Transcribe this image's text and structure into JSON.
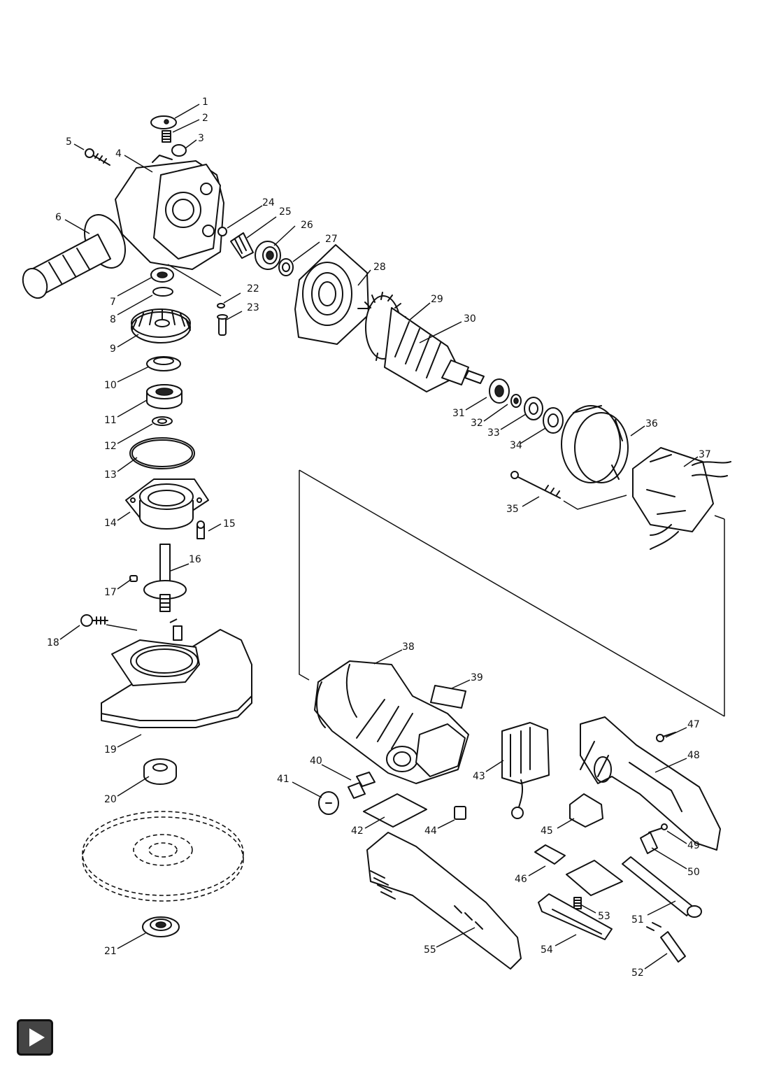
{
  "callouts": [
    "1",
    "2",
    "3",
    "4",
    "5",
    "6",
    "7",
    "8",
    "9",
    "10",
    "11",
    "12",
    "13",
    "14",
    "15",
    "16",
    "17",
    "18",
    "19",
    "20",
    "21",
    "22",
    "23",
    "24",
    "25",
    "26",
    "27",
    "28",
    "29",
    "30",
    "31",
    "32",
    "33",
    "34",
    "35",
    "36",
    "37",
    "38",
    "39",
    "40",
    "41",
    "42",
    "43",
    "44",
    "45",
    "46",
    "47",
    "48",
    "49",
    "50",
    "51",
    "52",
    "53",
    "54",
    "55"
  ],
  "navigation": {
    "next_icon": "play-icon"
  },
  "colors": {
    "line": "#111111",
    "background": "#ffffff",
    "button": "#444444"
  }
}
